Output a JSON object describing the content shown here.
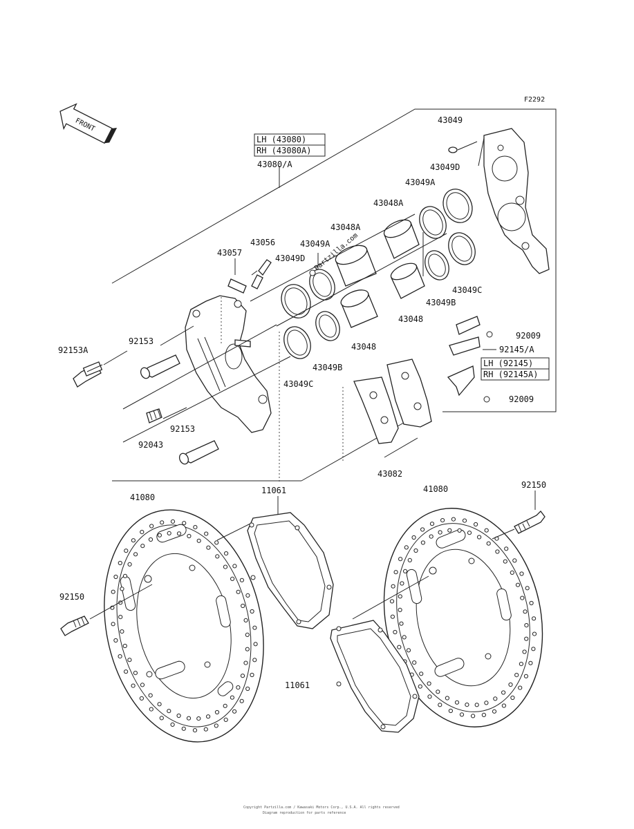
{
  "figure_code": "F2292",
  "front_label": "FRONT",
  "caliper_box": {
    "lh": "LH (43080)",
    "rh": "RH (43080A)",
    "assembly": "43080/A"
  },
  "pad_box": {
    "lh": "LH (92145)",
    "rh": "RH (92145A)"
  },
  "labels": {
    "p43049": "43049",
    "p43049D_top": "43049D",
    "p43049A_top": "43049A",
    "p43048A_top": "43048A",
    "p43048A_mid": "43048A",
    "p43049A_mid": "43049A",
    "p43049D_mid": "43049D",
    "p43057": "43057",
    "p43056": "43056",
    "p43049C_right": "43049C",
    "p43049B_right": "43049B",
    "p43048_right": "43048",
    "p43048_mid": "43048",
    "p43049B_mid": "43049B",
    "p43049C_mid": "43049C",
    "p92009_top": "92009",
    "p92145A": "92145/A",
    "p92009_bottom": "92009",
    "p92153A": "92153A",
    "p92153_top": "92153",
    "p92153_bottom": "92153",
    "p92043": "92043",
    "p43082": "43082",
    "p41080_left": "41080",
    "p11061_top": "11061",
    "p41080_right": "41080",
    "p92150_right": "92150",
    "p92150_left": "92150",
    "p11061_bottom": "11061"
  },
  "watermark": "Partzilla.com",
  "footer": {
    "line1": "Copyright Partzilla.com / Kawasaki Motors Corp., U.S.A. All rights reserved",
    "line2": "Diagram reproduction for parts reference"
  }
}
